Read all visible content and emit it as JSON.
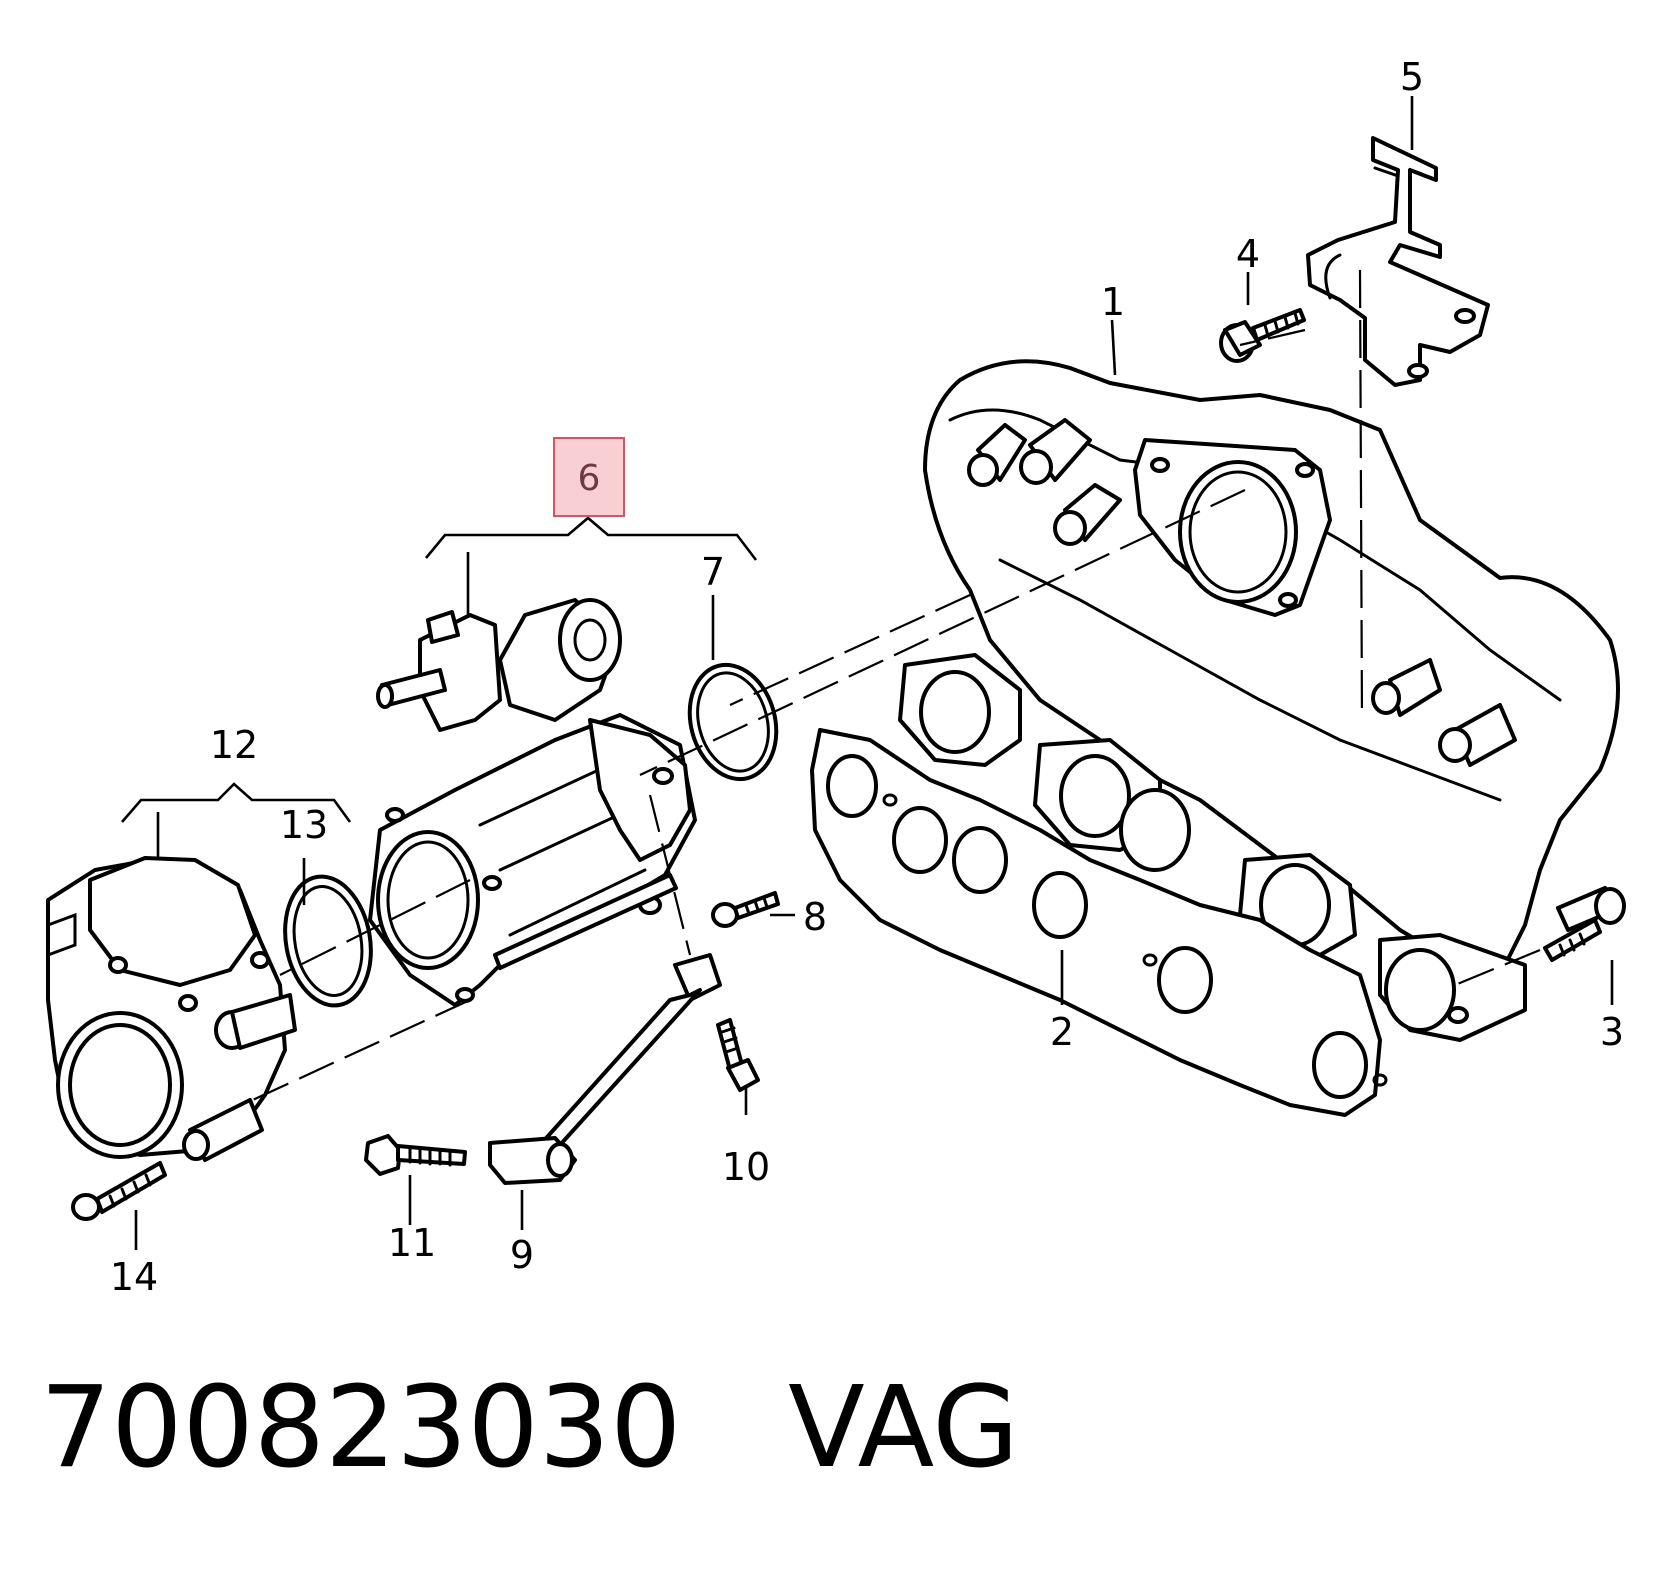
{
  "diagram": {
    "callouts": {
      "c1": "1",
      "c2": "2",
      "c3": "3",
      "c4": "4",
      "c5": "5",
      "c6": "6",
      "c7": "7",
      "c8": "8",
      "c9": "9",
      "c10": "10",
      "c11": "11",
      "c12": "12",
      "c13": "13",
      "c14": "14"
    },
    "highlight": {
      "callout": "6",
      "fill": "#f8cfd3",
      "stroke": "#e0505f",
      "text": "#6d3a40"
    }
  },
  "caption": {
    "part_number": "700823030",
    "brand": "VAG"
  }
}
